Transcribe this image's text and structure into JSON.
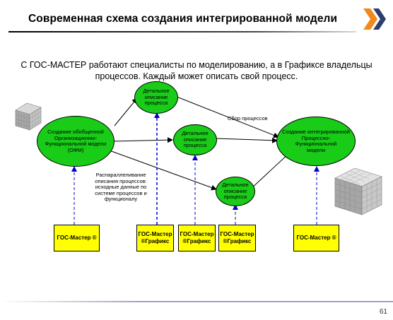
{
  "title": "Современная схема создания интегрированной модели",
  "intro": "С ГОС-МАСТЕР  работают специалисты по моделированию, а в Графиксе владельцы процессов. Каждый может описать свой процесс.",
  "nodes": {
    "ofm": "Создание обобщенной\nОрганизационно-\nФункциональной модели\n(ОФМ)",
    "detail_top": "Детальное\nописание\nпроцесса",
    "detail_mid": "Детальное\nописание\nпроцесса",
    "detail_bottom": "Детальное\nописание\nпроцесса",
    "integrated": "Создание интегрированной\nПроцессно-Функциональной\nмодели"
  },
  "labels": {
    "collect": "Сбор процессов",
    "parallel": "Распараллеливание\nописания процессов:\nисходные данные по\nсистеме процессов и\nфункционалу"
  },
  "tools": {
    "master_left": "ГОС-Мастер ®",
    "grafiks_1": "ГОС-Мастер\n®Графикс",
    "grafiks_2": "ГОС-Мастер\n®Графикс",
    "grafiks_3": "ГОС-Мастер\n®Графикс",
    "master_right": "ГОС-Мастер ®"
  },
  "page_number": "61",
  "colors": {
    "node_fill": "#18cc18",
    "tool_fill": "#ffff00",
    "dashed_link": "#0000cc",
    "logo_orange": "#f08a1c",
    "logo_navy": "#2c3e6b"
  }
}
